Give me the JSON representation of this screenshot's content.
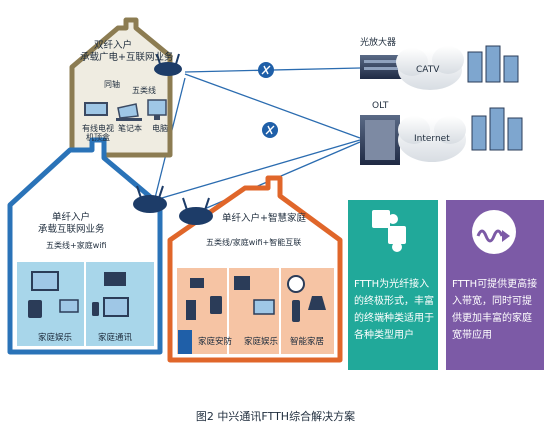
{
  "house_top": {
    "title_line1": "双纤入户",
    "title_line2": "承载广电+互联网业务",
    "cable_label": "同轴",
    "cat5_label": "五类线",
    "devices": [
      "有线电视机顶盒",
      "笔记本",
      "电脑"
    ],
    "device_lines": [
      [
        "有线电视",
        "机顶盒"
      ],
      [
        "笔记本"
      ],
      [
        "电脑"
      ]
    ]
  },
  "house_left": {
    "title_line1": "单纤入户",
    "title_line2": "承载互联网业务",
    "subtitle": "五类线+家庭wifi",
    "zones": [
      "家庭娱乐",
      "家庭通讯"
    ]
  },
  "house_right": {
    "title": "单纤入户+智慧家庭",
    "subtitle": "五类线/家庭wifi+智能互联",
    "zones": [
      "家庭安防",
      "家庭娱乐",
      "智能家居"
    ]
  },
  "network": {
    "amplifier_label": "光放大器",
    "olt_label": "OLT",
    "catv_label": "CATV",
    "internet_label": "Internet"
  },
  "info_boxes": [
    {
      "text": "FTTH为光纤接入的终极形式，丰富的终端种类适用于各种类型用户",
      "color": "#21a99a",
      "icon": "puzzle-icon"
    },
    {
      "text": "FTTH可提供更高接入带宽，同时可提供更加丰富的家庭宽带应用",
      "color": "#7c5aa6",
      "icon": "signal-wave-icon"
    }
  ],
  "caption": "图2  中兴通讯FTTH综合解决方案",
  "colors": {
    "house_top_border": "#8c7c52",
    "house_blue_border": "#2a73b8",
    "house_orange_border": "#e0662a",
    "zone_blue": "#a8d6ea",
    "zone_orange": "#f6c4a4",
    "line": "#2b6cb0"
  }
}
